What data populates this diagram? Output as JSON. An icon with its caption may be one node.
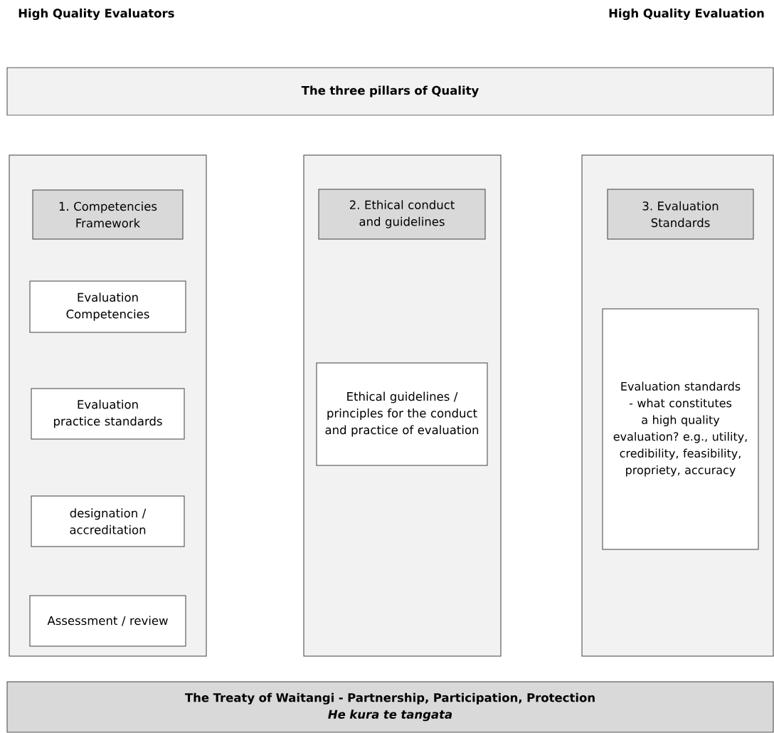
{
  "diagram": {
    "nodes": [
      {
        "text": [
          "The three pillars of Quality"
        ]
      },
      {
        "text": [],
        "shape": "box"
      },
      {
        "text": [
          "1. Competencies Framework"
        ],
        "in": 1
      },
      {
        "text": [
          "Evaluation Competencies"
        ],
        "in": 1
      },
      {
        "text": [
          "Evaluation practice standards"
        ],
        "in": 1
      },
      {
        "text": [
          "designation / accreditation"
        ],
        "in": 1
      },
      {
        "text": [
          "Assessment / review"
        ],
        "in": 1
      },
      {
        "text": [],
        "shape": "box"
      },
      {
        "text": [
          "2. Ethical conduct and guidelines"
        ],
        "in": 7
      },
      {
        "text": [
          "Ethical guidelines / principles for the conduct and practice of evaluation"
        ],
        "in": 7
      },
      {
        "text": [],
        "shape": "box"
      },
      {
        "text": [
          "3. Evaluation Standards"
        ],
        "in": 10
      },
      {
        "text": [
          "Evaluation standards - what constitutes a high quality evaluation? e.g., utility, credibility, feasibility, propriety, accuracy"
        ],
        "in": 10
      },
      {
        "text": [
          "The Treaty of Waitangi - Partnership, Participation, Protection",
          "He kura te tangata"
        ]
      }
    ],
    "labels": [
      "High Quality Evaluators",
      "High Quality Evaluation"
    ]
  }
}
